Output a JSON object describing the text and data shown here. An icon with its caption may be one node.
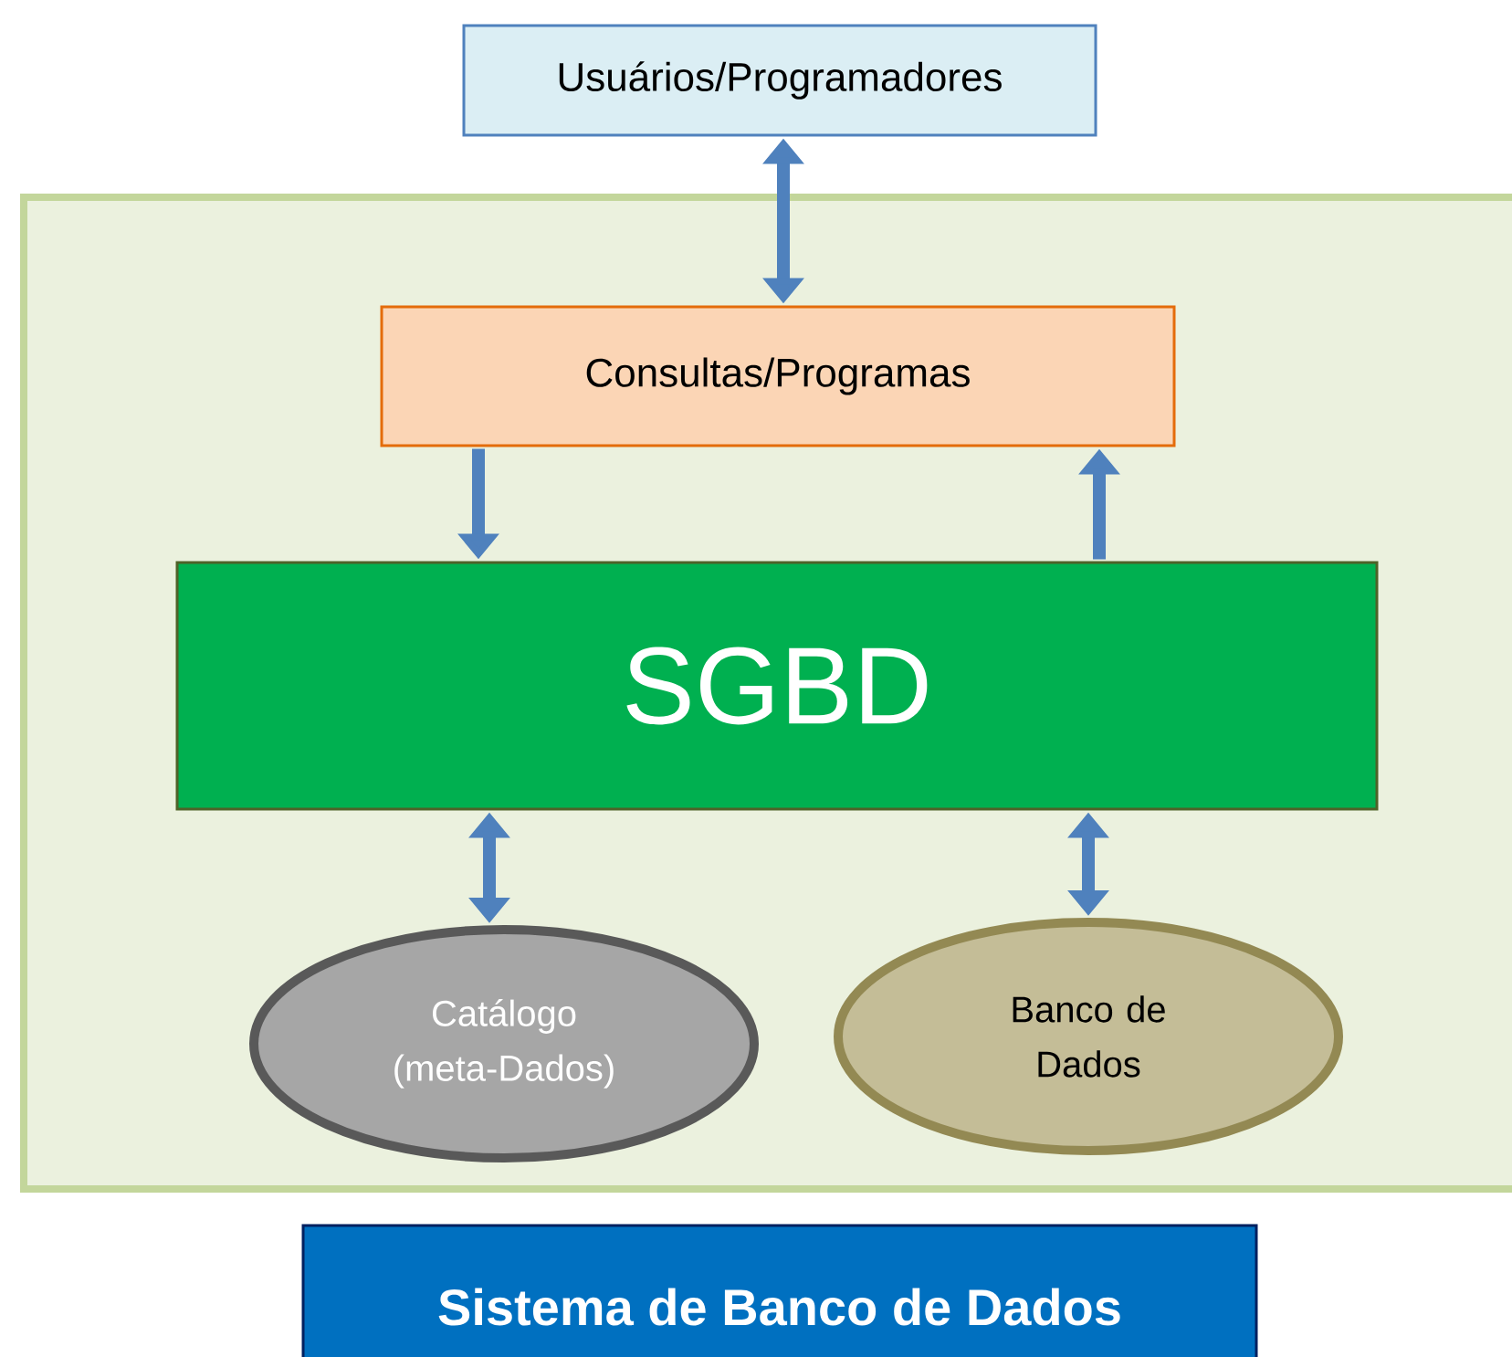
{
  "diagram": {
    "nodes": [
      {
        "text": [
          "Usuários/Programadores"
        ]
      },
      {
        "text": [],
        "shape": "box"
      },
      {
        "text": [
          "Consultas/Programas"
        ],
        "in": 1
      },
      {
        "text": [
          "SGBD"
        ],
        "in": 1
      },
      {
        "text": [
          "Catálogo (meta-Dados)"
        ],
        "in": 1
      },
      {
        "text": [
          "Banco de Dados"
        ],
        "in": 1
      },
      {
        "text": [
          "Sistema de Banco de Dados"
        ]
      }
    ],
    "edges": [
      {
        "from": 0,
        "to": 2,
        "arrow": "both"
      },
      {
        "from": 2,
        "to": 3,
        "arrow": "to"
      },
      {
        "from": 3,
        "to": 2,
        "arrow": "to"
      },
      {
        "from": 3,
        "to": 4,
        "arrow": "both"
      },
      {
        "from": 3,
        "to": 5,
        "arrow": "both"
      }
    ]
  }
}
